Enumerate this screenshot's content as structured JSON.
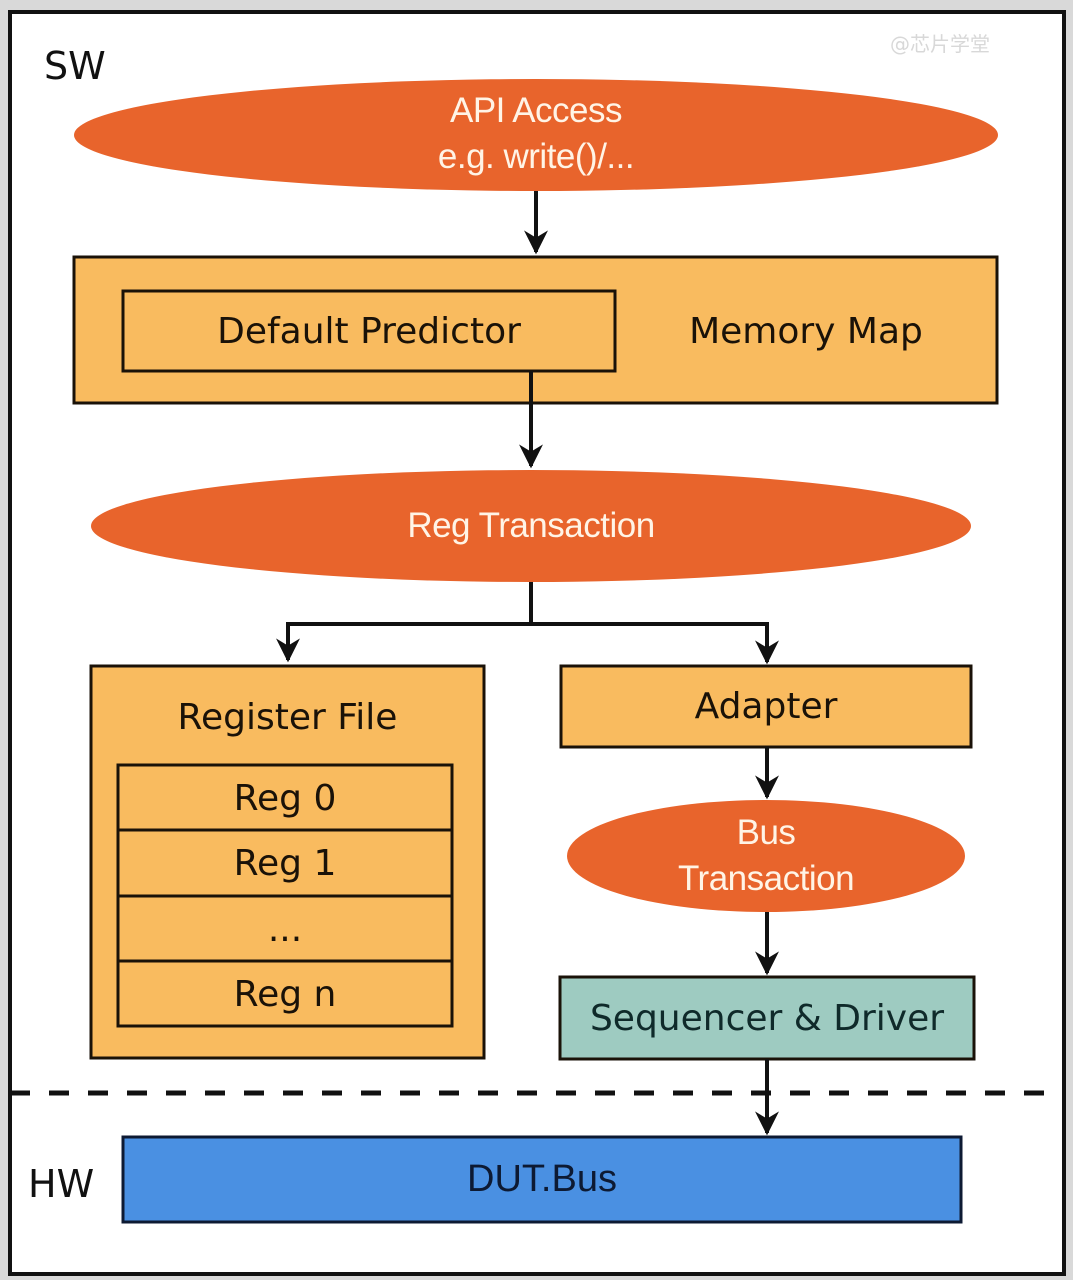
{
  "watermark": "@芯片学堂",
  "regions": {
    "sw": "SW",
    "hw": "HW"
  },
  "colors": {
    "ellipse_fill": "#e8642c",
    "box_fill": "#f9bb5f",
    "sequencer_fill": "#9ecbc1",
    "dut_fill": "#4a90e2",
    "line": "#111111",
    "background": "#ffffff"
  },
  "nodes": {
    "api_access": {
      "line1": "API Access",
      "line2": "e.g. write()/..."
    },
    "memory_map": {
      "label": "Memory Map"
    },
    "default_predictor": {
      "label": "Default Predictor"
    },
    "reg_transaction": {
      "label": "Reg Transaction"
    },
    "register_file": {
      "title": "Register File",
      "registers": [
        "Reg 0",
        "Reg 1",
        "...",
        "Reg n"
      ]
    },
    "adapter": {
      "label": "Adapter"
    },
    "bus_transaction": {
      "line1": "Bus",
      "line2": "Transaction"
    },
    "sequencer_driver": {
      "label": "Sequencer & Driver"
    },
    "dut_bus": {
      "label": "DUT.Bus"
    }
  },
  "edges": [
    {
      "from": "api_access",
      "to": "memory_map"
    },
    {
      "from": "default_predictor",
      "to": "reg_transaction"
    },
    {
      "from": "reg_transaction",
      "to": "register_file"
    },
    {
      "from": "reg_transaction",
      "to": "adapter"
    },
    {
      "from": "adapter",
      "to": "bus_transaction"
    },
    {
      "from": "bus_transaction",
      "to": "sequencer_driver"
    },
    {
      "from": "sequencer_driver",
      "to": "dut_bus"
    }
  ],
  "boundary": {
    "style": "dashed",
    "separates": [
      "SW",
      "HW"
    ]
  }
}
